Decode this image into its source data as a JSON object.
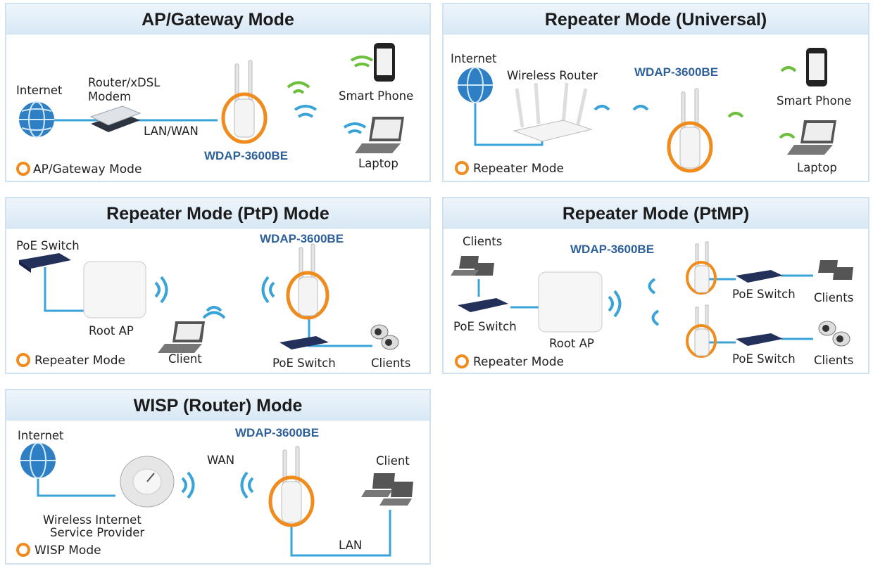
{
  "panels": {
    "ap_gateway": {
      "title": "AP/Gateway Mode",
      "internet": "Internet",
      "router_1": "Router/xDSL",
      "router_2": "Modem",
      "lan_wan": "LAN/WAN",
      "model": "WDAP-3600BE",
      "smart_phone": "Smart Phone",
      "laptop": "Laptop",
      "mode_label": "AP/Gateway Mode"
    },
    "repeater_universal": {
      "title": "Repeater Mode (Universal)",
      "internet": "Internet",
      "wireless_router": "Wireless Router",
      "model": "WDAP-3600BE",
      "smart_phone": "Smart Phone",
      "laptop": "Laptop",
      "mode_label": "Repeater Mode"
    },
    "repeater_ptp": {
      "title": "Repeater Mode (PtP) Mode",
      "poe_switch": "PoE Switch",
      "root_ap": "Root AP",
      "client": "Client",
      "model": "WDAP-3600BE",
      "poe_switch_2": "PoE Switch",
      "clients": "Clients",
      "mode_label": "Repeater Mode"
    },
    "repeater_ptmp": {
      "title": "Repeater Mode (PtMP)",
      "clients_top": "Clients",
      "model": "WDAP-3600BE",
      "poe_switch_left": "PoE Switch",
      "root_ap": "Root AP",
      "poe_switch_1": "PoE Switch",
      "clients_1": "Clients",
      "poe_switch_2": "PoE Switch",
      "clients_2": "Clients",
      "mode_label": "Repeater Mode"
    },
    "wisp": {
      "title": "WISP (Router) Mode",
      "internet": "Internet",
      "model": "WDAP-3600BE",
      "wan": "WAN",
      "client": "Client",
      "isp_1": "Wireless Internet",
      "isp_2": "Service Provider",
      "lan": "LAN",
      "mode_label": "WISP Mode"
    }
  },
  "colors": {
    "accent_orange": "#f08c1e",
    "model_blue": "#2d5f99",
    "line_blue": "#3aa3d8",
    "wave_green": "#6cbf3a",
    "title_bg": "#d8e8f5"
  }
}
